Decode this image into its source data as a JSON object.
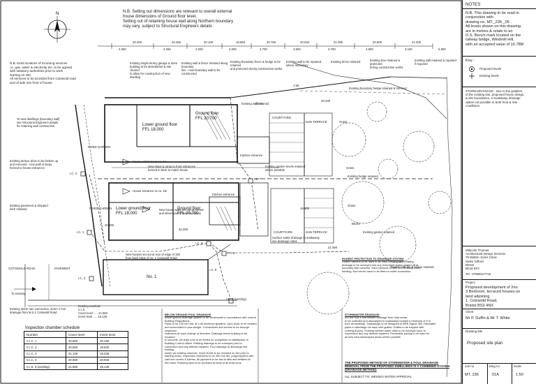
{
  "notes_header": {
    "nb_setting_out": "N.B. Setting out dimensions are relevant to overall external\nhouse dimensions of Ground floor level.\nSetting out of retaining house wall along Northern boundary\nmay vary, subject to Structural Engineers details"
  },
  "left_notes": {
    "services": "N.B. Exist locations of incoming services\ni.e. gas, water & electricity etc. to be agreed\nwith statutory authorities prior to work\nstarting on site.\nAll services to be provided from Cotswold road\nand of side into front of house"
  },
  "drawing_notes": {
    "n1": "Existing single-storey garage & store\nbuilding to be demolished & site cleared\nto allow for construction of new dwelling",
    "n2": "Existing wall & fence retained along boundary\nline - new boundary wall to be constructed",
    "n3": "Existing boundary fence & hedge to be retained\nand protected during construction works",
    "n4": "Existing wall to be repaired\nwhere necessary",
    "n5": "Existing fence retained",
    "n6": "Existing tree retained & protected\nduring construction works",
    "n7": "Existing wall retained & repaired\nif required",
    "n8": "To new dwellings (boundary wall)\nsee Structural Engineers details\nfor retaining wall construction",
    "n9": "Existing tarmac drive to be broken up\nand removed - new path & steps\nformed to house entrances",
    "n10": "Existing wall retained",
    "n11": "Existing boundary hedge retained & trimmed",
    "n12": "New steps & ramp to front entrances\nformed in brick to match house",
    "n13": "Existing pavement & dropped\nkerb retained",
    "n14": "New house walls set out as shown\nand dimensioned from boundary",
    "n15": "Existing garden levels retained\nwhere possible",
    "n16": "Existing hedge retained",
    "n17": "Surface water drainage to soakaway\nsee drainage notes",
    "n18": "Existing shrubs & hedge retained",
    "n19": "Existing garden retained"
  },
  "rooms": {
    "ground_floor_top": "Ground floor\nFFL 20.700",
    "lower_ground_top": "Lower ground floor\nFFL 18.000",
    "ground_floor_bottom": "Ground floor\nFFL 20.700",
    "lower_ground_bottom": "Lower ground floor\nFFL 18.000",
    "kitchen_top": "Kitchen entrance",
    "kitchen_bottom": "Kitchen entrance",
    "courtyard_top": "COURTYARD",
    "courtyard_bottom": "COURTYARD",
    "sun_terrace_top": "SUN TERRACE",
    "sun_terrace_bottom": "SUN TERRACE",
    "fixed_garden_top": "FIXED GARDEN",
    "fixed_garden_bottom": "FIXED GARDEN",
    "house_entrance_top": "House entrance to no. 1A",
    "house_entrance_mid": "House entrance to no. 1B",
    "grass_top": "Grass",
    "grass_mid": "Grass",
    "grass_bottom": "Grass",
    "drive": "Drive",
    "bricks": "Bricks",
    "no1": "No. 1",
    "cotswold_road": "COTSWOLD ROAD",
    "pavement": "PAVEMENT",
    "to_existing": "To existing",
    "new_houses_note": "New houses set out at rear of edge of 150\nfrom back edge of no. 1 Cotswold Road"
  },
  "inspection_labels": [
    "I.C. 1",
    "I.C. 2",
    "I.C. 3",
    "I.C. 4",
    "I.C. 5 (existing)",
    "I.C. 6",
    "I.C. 7",
    "I.C. 8"
  ],
  "drainage_labels": {
    "existing_sewer": "Existing storm rain connection, storm 1 foul\ndrainage from M.S.1 Cotswold Road",
    "existing_manhole": "Existing manhole\nC.I.S.\nCover level ..... 21.550\nInvert level ..... 19.135"
  },
  "schedule": {
    "title": "Inspection chamber schedule",
    "headers": [
      "Number",
      "Cover level",
      "Invert level"
    ],
    "rows": [
      [
        "C.I.C. 1",
        "20.500",
        "20.150"
      ],
      [
        "C.I.C. 2",
        "20.500",
        "19.930"
      ],
      [
        "C.I.C. 3",
        "21.100",
        "19.335"
      ],
      [
        "C.I.C. 4",
        "20.900",
        "20.930"
      ],
      [
        "C.I.S. 5 (existing)",
        "21.550",
        "19.135"
      ]
    ]
  },
  "specs": {
    "below_ground_title": "BELOW GROUND FOUL DRAINAGE",
    "below_ground_text": "Below ground drainage system to be constructed in accordance with current Building Regulations.\nPipes to be 100 mm dia. at 1:40 minimum gradient. Upvc drain to be bedded\nand surrounded in pea shingle. Connections and access to be through inspection\nchambers at each change of direction. Drainage below building to be encased\nin concrete. All drain runs to be tested on completion to satisfaction of\nBuilding Control officer. Existing drainage to be surveyed prior to\nconnection and any defects repaired. Foul drainage to discharge into existing\nsewer via existing manhole. Invert levels to be checked on site prior to\nstarting works. Inspection chambers to be 450 mm dia. polypropylene with\ncast iron covers & frames. All pipework to be laid to falls and bedded on\nfirm base. Rodding eyes to be provided at head of all drain runs.",
    "storm_title": "STORMWATER DRAINAGE",
    "storm_text": "All new roof & stormwater drainage from hard areas\nto be collected and discharged to soakaways located a minimum of 5 m\nfrom all buildings. Soakaways to be designed to BRE Digest 365. Rainwater\npipes to discharge via back inlet gullies. Gullies to be trapped with\nrodding access. Existing surface water drain to be surveyed prior to\nconnection and any defects repaired. Permeable paving to be used for\nall new hard landscaped areas where possible.",
    "proposed_title": "THE PROPOSED METHOD OF STORMWATER & FOUL DRAINAGE REMOVAL FROM THE PROPOSED DWELLINGS IS A COMBINED SYSTEM (DRAINAGE METHOD)",
    "proposed_sub": "ALL SUBJECT TO: WESSEX WATER APPROVAL",
    "protection_title": "RODENT PROTECTION TO DRAINAGE SYSTEM",
    "protection_text": "Rodent barriers to be fitted to all drain connections. Existing\ndrainage to be surveyed and any redundant drains sealed off at\nboundary with concrete. Hard surfaces to falls of 1:60 away from\nbuilding. Non-return valve to be fitted to outlet connection."
  },
  "title_block": {
    "notes_title": "NOTES",
    "notes_text": "N.B. This drawing to be read in\nconjunction with\ndrawing no. MT._236._05\nAll levels shown on this drawing\nare in metres & relate to an\nO.S. Bench mark located on the\nrailway bridge, Windmill Hill,\nwith an accepted value of 10.78M",
    "key_title": "Key :",
    "key_proposed": "Proposed levels",
    "key_existing": "Existing levels",
    "storm_note": "STORM DRAINAGE - Due to the gradient\nof the existing site, proposed house design,\n& site boundaries, a Soakaway drainage\noption not possible to both front & rear\nconditions.",
    "company": "Malcolm Thomas\nArchitectural Design Services\n75 Walton Jones Close\nStoke Gifford\nBristol\nBS16 8XY",
    "tel": "Tel : 07980127715",
    "project_label": "Project",
    "project": "Proposed development of 2no.\n3 Bedroom, terraced houses on\nland adjoining\n1, Cotswold Road,\nBristol BS3 4NX",
    "client_label": "Client",
    "client": "Mr P. Duffin & Mr T. White",
    "drawing_title_label": "Drawing title",
    "drawing_title": "Proposed site plan",
    "job_no_label": "Job no",
    "dwg_no_label": "Dwg no",
    "scale_label": "Scale",
    "job_no": "MT. 236",
    "dwg_no": "01A",
    "scale": "1:50"
  },
  "dimensions": [
    "1:60",
    "4.050",
    "3.260",
    "4.200",
    "4.000",
    "3.700",
    "3.600",
    "3.700",
    "4.800",
    "3.180",
    "5.900"
  ],
  "levels": [
    "20.300",
    "20.450",
    "20.100",
    "19.850",
    "20.760",
    "20.620",
    "21.080",
    "20.900",
    "21.200",
    "20.440",
    "19.900",
    "20.350",
    "20.250",
    "21.050"
  ]
}
